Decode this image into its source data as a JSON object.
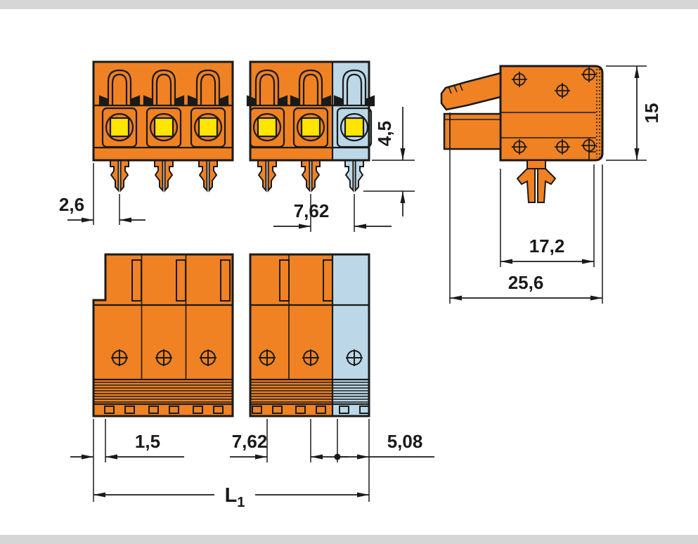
{
  "drawing": {
    "type": "technical-dimensional-drawing",
    "subject": "multi-pole pluggable terminal block with push-buttons and snap-in mounting feet",
    "views": [
      "front-view",
      "side-view",
      "plan-view"
    ]
  },
  "colors": {
    "housing": "#F08223",
    "end_pole": "#BCD8E8",
    "push_button": "#FFE500",
    "line": "#1A1A1A",
    "frame": "#D6D6D6",
    "background": "#FFFFFF"
  },
  "dimensions": {
    "pin_edge_offset": "2,6",
    "pin_protrusion": "4,5",
    "pole_pitch_front": "7,62",
    "side_height": "15",
    "side_depth_body": "17,2",
    "side_depth_total": "25,6",
    "plan_edge_step": "1,5",
    "pole_pitch_plan": "7,62",
    "end_pole_offset": "5,08",
    "total_length_symbol": "L",
    "total_length_subscript": "1"
  }
}
